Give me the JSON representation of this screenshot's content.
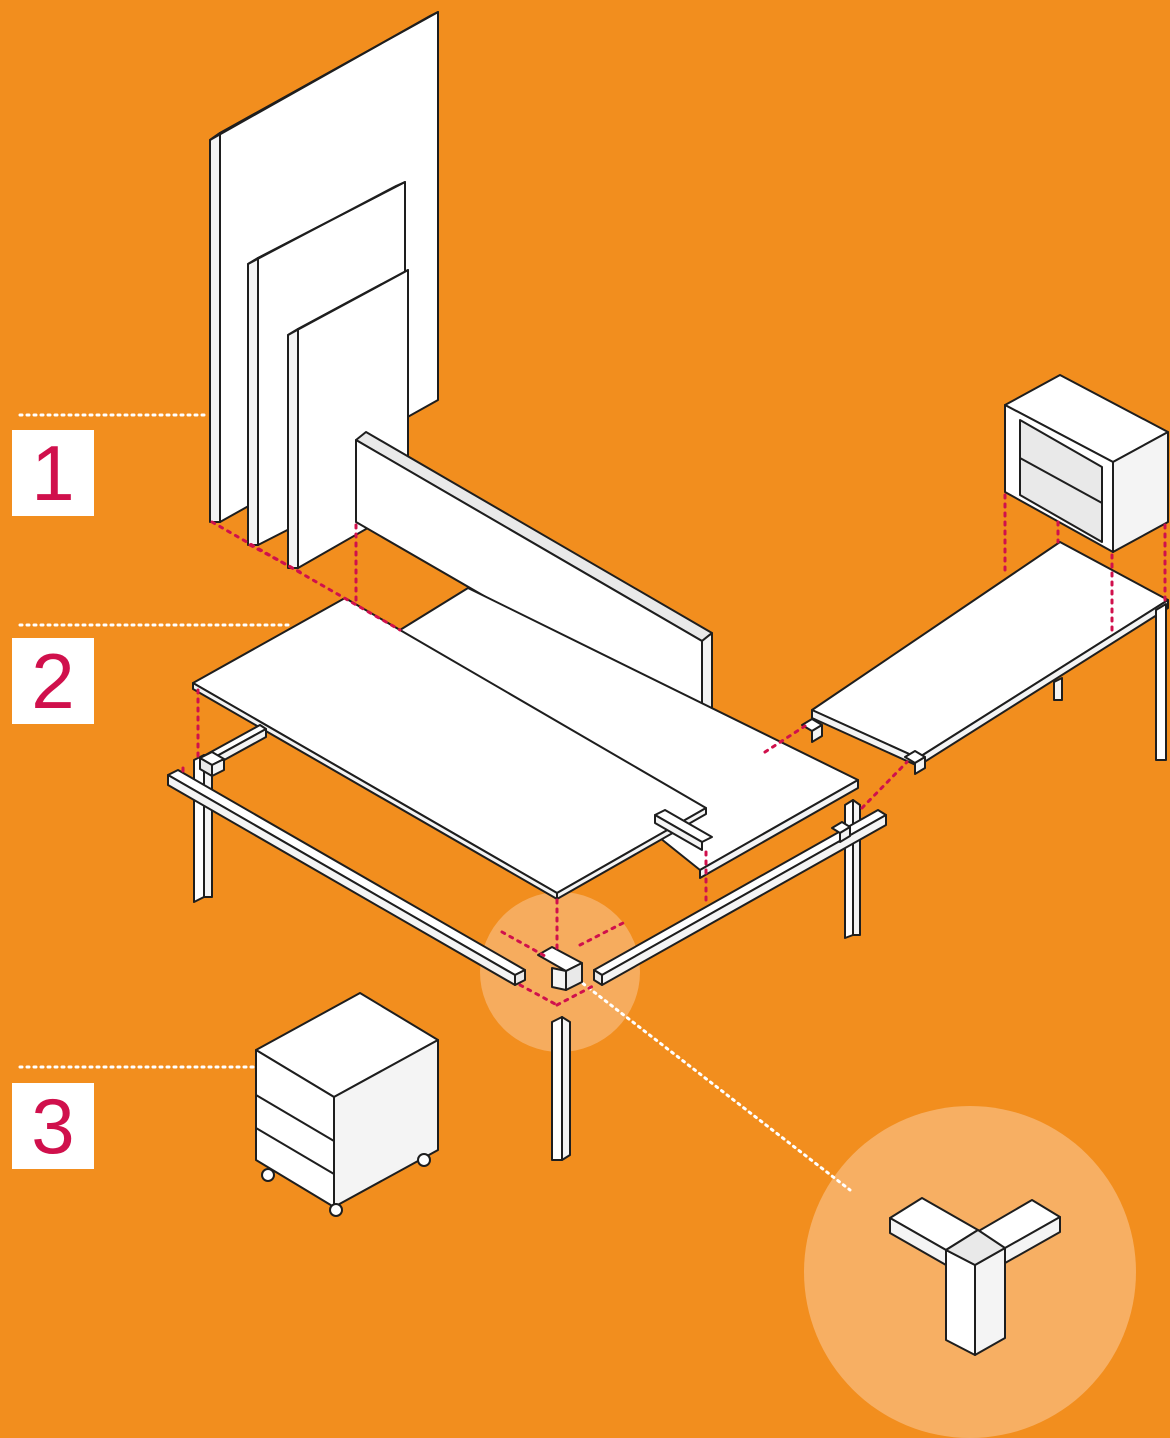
{
  "colors": {
    "background": "#f28e1e",
    "label_text": "#d0104c",
    "label_box": "#ffffff",
    "connector_dots": "#d0104c",
    "leader_dots": "#ffffff",
    "highlight_circle": "#f7b26a"
  },
  "labels": [
    {
      "id": "1",
      "text": "1"
    },
    {
      "id": "2",
      "text": "2"
    },
    {
      "id": "3",
      "text": "3"
    }
  ]
}
